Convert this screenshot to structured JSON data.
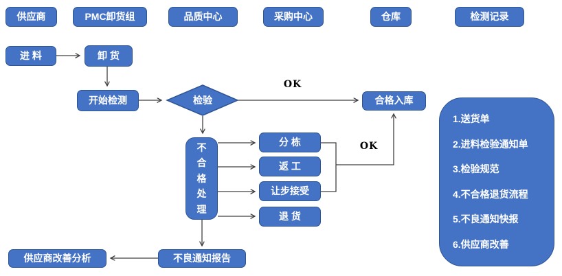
{
  "colors": {
    "box_fill": "#4472C4",
    "box_border": "#2E5494",
    "box_text": "#FFFFFF",
    "arrow": "#404040",
    "ok_text": "#000000",
    "background": "#FFFFFF"
  },
  "headers": {
    "items": [
      "供应商",
      "PMC卸货组",
      "品质中心",
      "采购中心",
      "仓库",
      "检测记录"
    ]
  },
  "flow": {
    "incoming": "进 料",
    "unload": "卸 货",
    "start_inspection": "开始检测",
    "inspection": "检验",
    "ok_top": "OK",
    "ok_mid": "OK",
    "qualified_in_storage": "合格入库",
    "nonconforming_handling": "不合格处理",
    "sorting": "分 栋",
    "rework": "返 工",
    "concession_accept": "让步接受",
    "return_goods": "退 货",
    "defect_notice_report": "不良通知报告",
    "supplier_improvement_analysis": "供应商改善分析"
  },
  "side_panel": {
    "items": [
      "1.送货单",
      "2.进料检验通知单",
      "3.检验规范",
      "4.不合格退货流程",
      "5.不良通知快报",
      "6.供应商改善"
    ]
  }
}
